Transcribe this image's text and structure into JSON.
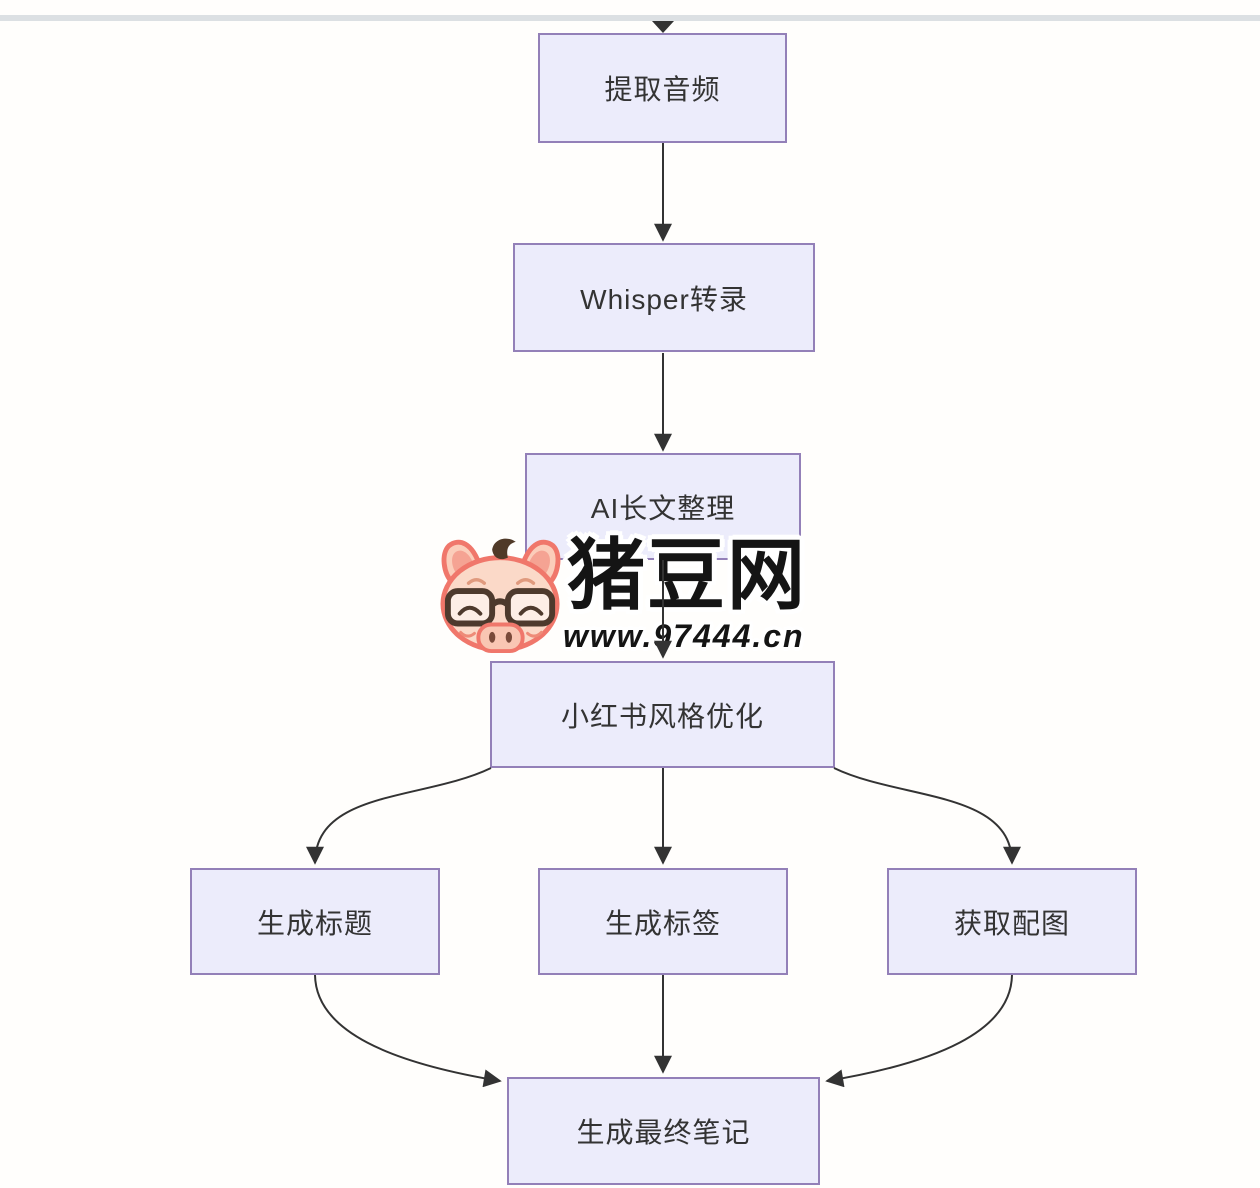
{
  "page": {
    "background": "#ffffff",
    "divider_color": "#dce0e3"
  },
  "diagram": {
    "type": "flowchart",
    "node_fill": "#ececfb",
    "node_border": "#9380b8",
    "edge_color": "#333333",
    "text_color": "#333333",
    "nodes": [
      {
        "id": "extract_audio",
        "label": "提取音频"
      },
      {
        "id": "whisper",
        "label": "Whisper转录"
      },
      {
        "id": "ai_format",
        "label": "AI长文整理"
      },
      {
        "id": "xhs_style",
        "label": "小红书风格优化"
      },
      {
        "id": "gen_title",
        "label": "生成标题"
      },
      {
        "id": "gen_tags",
        "label": "生成标签"
      },
      {
        "id": "get_images",
        "label": "获取配图"
      },
      {
        "id": "final_note",
        "label": "生成最终笔记"
      }
    ],
    "edges": [
      {
        "from": "offscreen_above",
        "to": "extract_audio"
      },
      {
        "from": "extract_audio",
        "to": "whisper"
      },
      {
        "from": "whisper",
        "to": "ai_format"
      },
      {
        "from": "ai_format",
        "to": "xhs_style"
      },
      {
        "from": "xhs_style",
        "to": "gen_title"
      },
      {
        "from": "xhs_style",
        "to": "gen_tags"
      },
      {
        "from": "xhs_style",
        "to": "get_images"
      },
      {
        "from": "gen_title",
        "to": "final_note"
      },
      {
        "from": "gen_tags",
        "to": "final_note"
      },
      {
        "from": "get_images",
        "to": "final_note"
      }
    ]
  },
  "watermark": {
    "logo": "pig-logo",
    "site_name": "猪豆网",
    "site_url": "www.97444.cn"
  }
}
